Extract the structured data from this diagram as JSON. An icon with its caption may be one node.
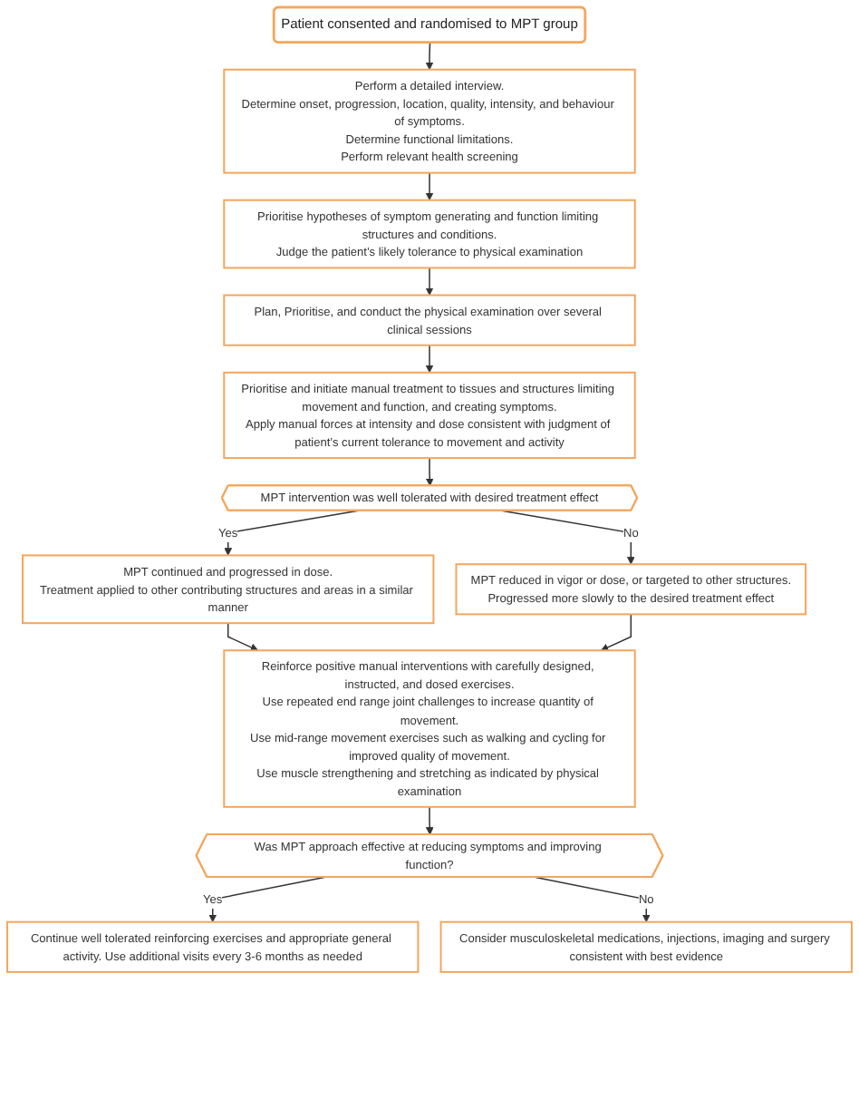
{
  "diagram": {
    "nodes": [
      {
        "text": [
          "Patient consented and randomised to MPT group"
        ]
      },
      {
        "text": [
          "Perform a detailed interview.",
          "Determine onset, progression, location, quality, intensity, and behaviour of symptoms.",
          "Determine functional limitations.",
          "Perform relevant health screening"
        ]
      },
      {
        "text": [
          "Prioritise hypotheses of symptom generating and function limiting structures and conditions.",
          "Judge the patient’s likely tolerance to physical examination"
        ]
      },
      {
        "text": [
          "Plan, Prioritise, and conduct the physical examination over several clinical sessions"
        ]
      },
      {
        "text": [
          "Prioritise and initiate manual treatment to tissues and structures limiting movement and function, and creating symptoms.",
          "Apply manual forces at intensity and dose consistent with judgment of patient’s current tolerance to movement and activity"
        ]
      },
      {
        "text": [
          "MPT intervention was well tolerated with desired treatment effect"
        ]
      },
      {
        "text": [
          "MPT continued and progressed in dose.",
          "Treatment applied to other contributing structures and areas in a similar manner"
        ]
      },
      {
        "text": [
          "MPT reduced in vigor or dose, or targeted to other structures.",
          "Progressed more slowly to the desired treatment effect"
        ]
      },
      {
        "text": [
          "Reinforce positive manual interventions with carefully designed, instructed, and dosed exercises.",
          "Use repeated end range joint challenges to increase quantity of movement.",
          "Use mid-range movement exercises such as walking and cycling for improved quality of movement.",
          "Use muscle strengthening and stretching as indicated by physical examination"
        ]
      },
      {
        "text": [
          "Was MPT approach effective at reducing symptoms and improving function?"
        ]
      },
      {
        "text": [
          "Continue well tolerated reinforcing exercises and appropriate general activity. Use additional visits every 3-6 months as needed"
        ]
      },
      {
        "text": [
          "Consider musculoskeletal medications, injections, imaging and surgery consistent with best evidence"
        ]
      }
    ],
    "edges": [
      {
        "from": 0,
        "to": 1,
        "arrow": "to"
      },
      {
        "from": 1,
        "to": 2,
        "arrow": "to"
      },
      {
        "from": 2,
        "to": 3,
        "arrow": "to"
      },
      {
        "from": 3,
        "to": 4,
        "arrow": "to"
      },
      {
        "from": 4,
        "to": 5,
        "arrow": "to"
      },
      {
        "from": 5,
        "to": 6,
        "arrow": "to",
        "label": "Yes"
      },
      {
        "from": 5,
        "to": 7,
        "arrow": "to",
        "label": "No"
      },
      {
        "from": 6,
        "to": 8,
        "arrow": "to"
      },
      {
        "from": 7,
        "to": 8,
        "arrow": "to"
      },
      {
        "from": 8,
        "to": 9,
        "arrow": "to"
      },
      {
        "from": 9,
        "to": 10,
        "arrow": "to",
        "label": "Yes"
      },
      {
        "from": 9,
        "to": 11,
        "arrow": "to",
        "label": "No"
      }
    ]
  }
}
